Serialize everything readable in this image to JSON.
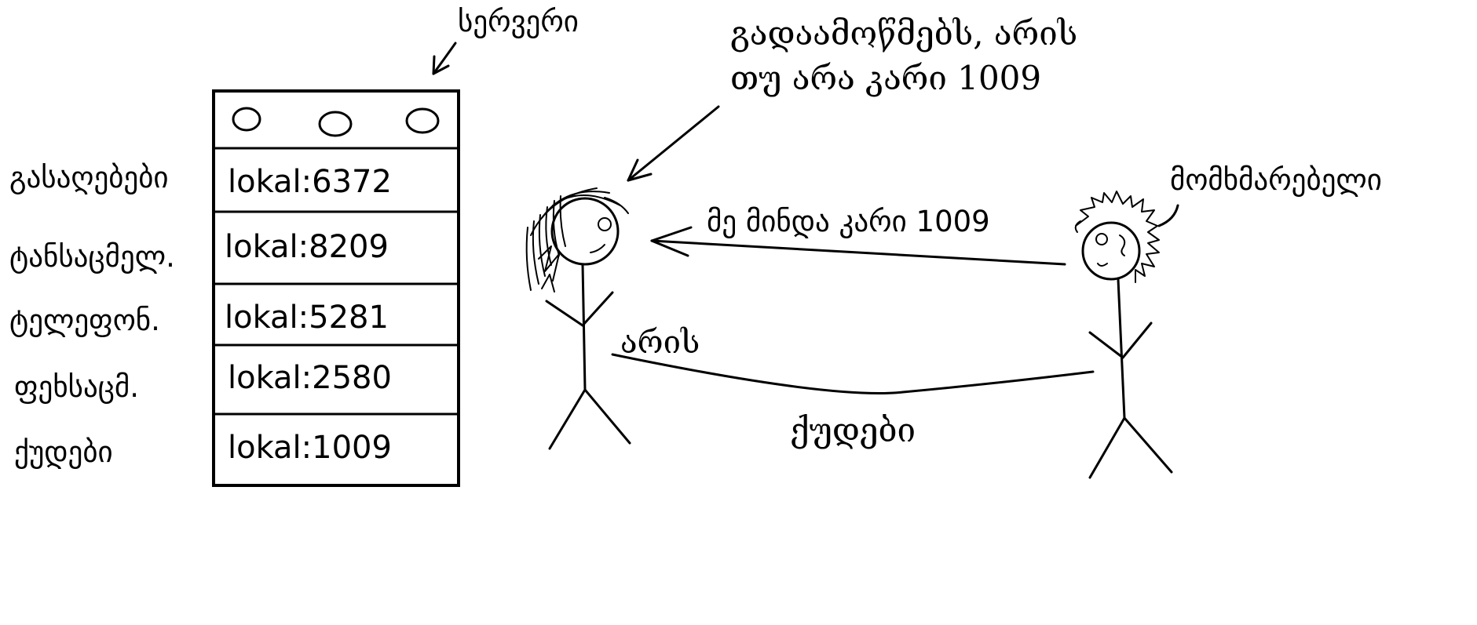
{
  "server": {
    "label": "სერვერი",
    "entries": [
      {
        "category": "გასაღებები",
        "address": "lokal:6372"
      },
      {
        "category": "ტანსაცმელ.",
        "address": "lokal:8209"
      },
      {
        "category": "ტელეფონ.",
        "address": "lokal:5281"
      },
      {
        "category": "ფეხსაცმ.",
        "address": "lokal:2580"
      },
      {
        "category": "ქუდები",
        "address": "lokal:1009"
      }
    ]
  },
  "server_note": {
    "line1": "გადაამოწმებს, არის",
    "line2": "თუ არა კარი 1009"
  },
  "user": {
    "label": "მომხმარებელი"
  },
  "request": {
    "text": "მე მინდა კარი 1009"
  },
  "response": {
    "text_upper": "არის",
    "text_lower": "ქუდები"
  }
}
